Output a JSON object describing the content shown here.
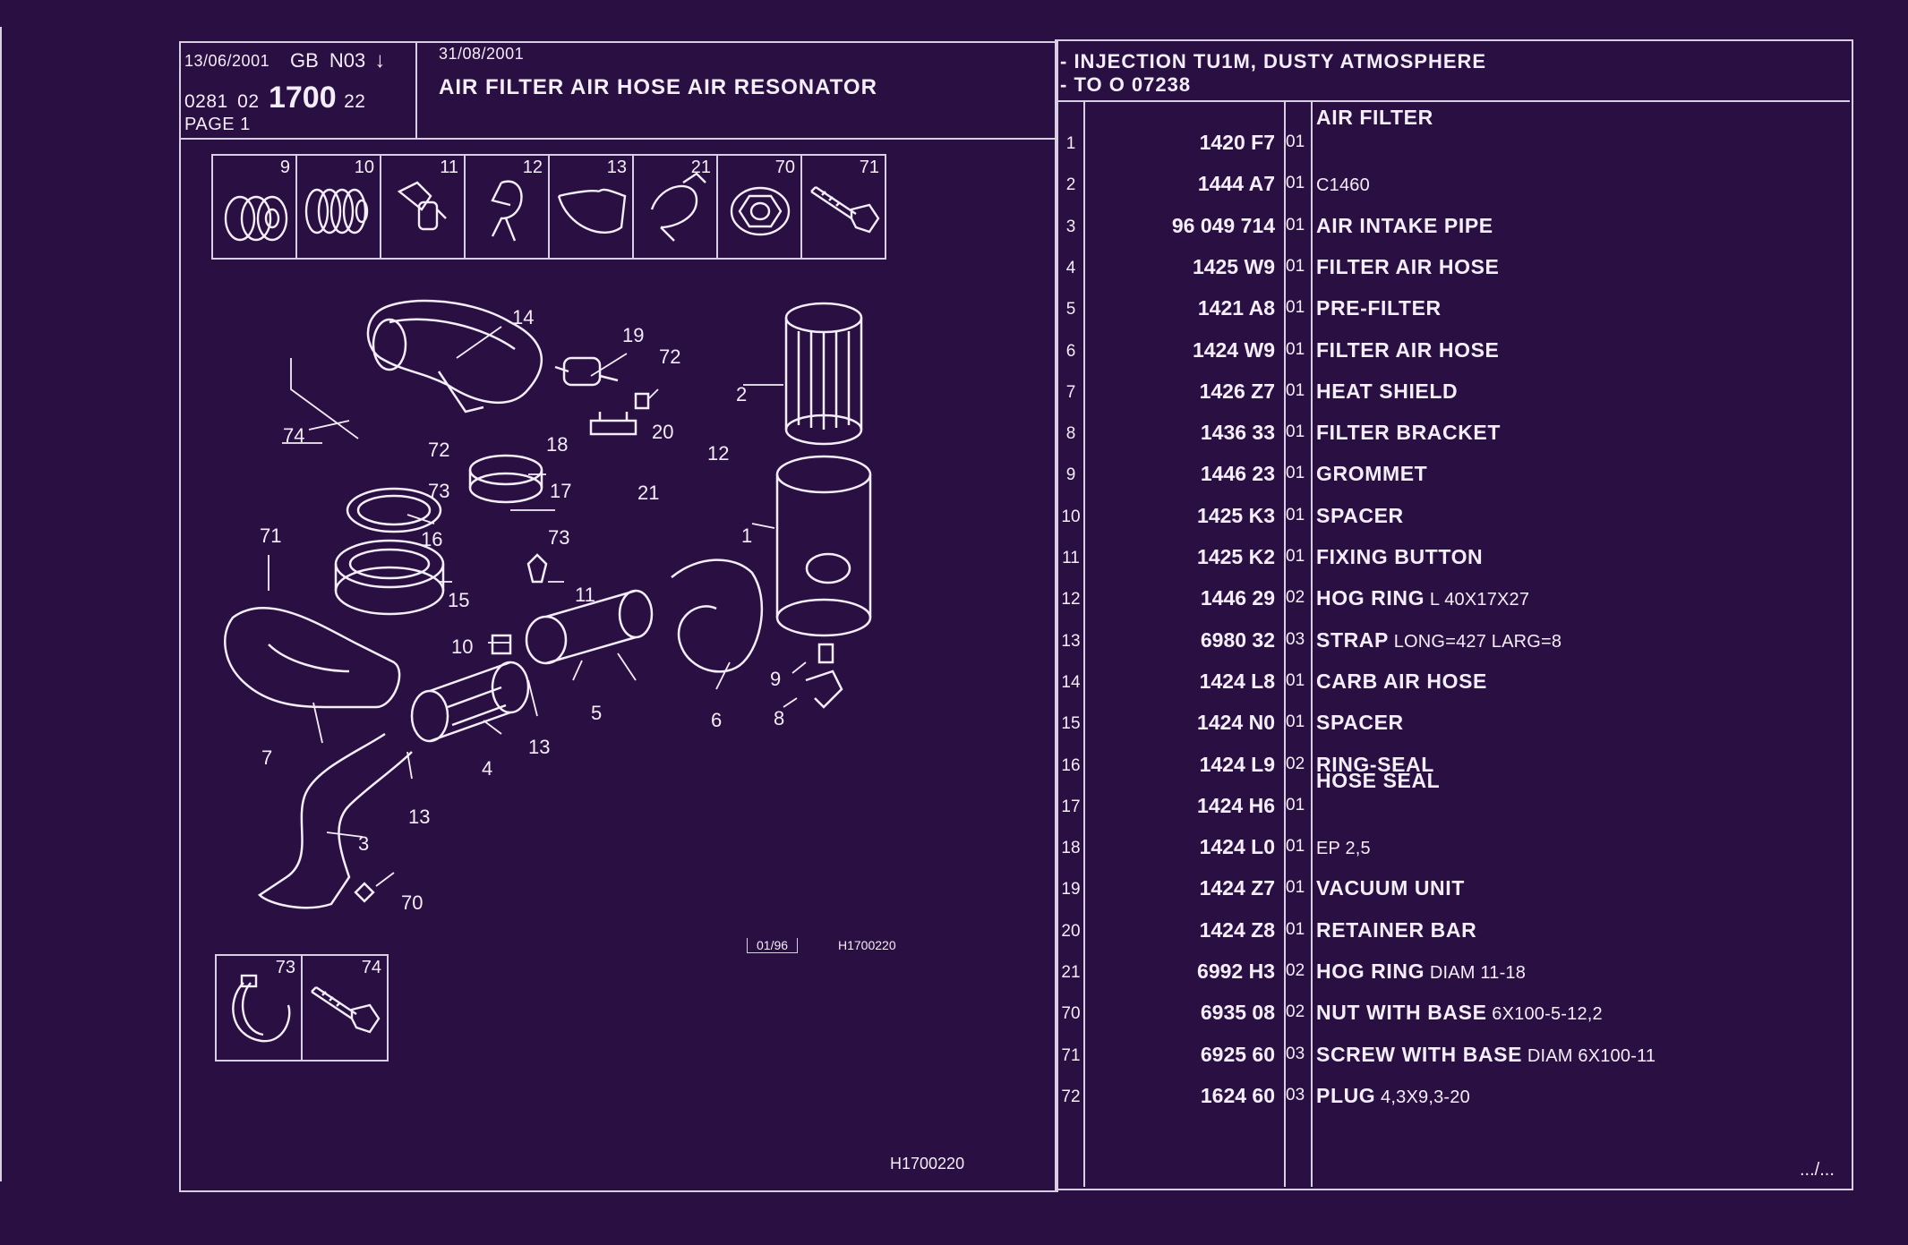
{
  "header": {
    "date1": "13/06/2001",
    "lang": "GB",
    "code": "N03",
    "arrow": "↓",
    "ref_prefix": "0281",
    "ref_mid": "02",
    "ref_main": "1700",
    "ref_suffix": "22",
    "page_label": "PAGE 1",
    "date2": "31/08/2001",
    "title": "AIR FILTER AIR HOSE AIR RESONATOR",
    "scope_line1": "- INJECTION TU1M, DUSTY ATMOSPHERE",
    "scope_line2": "- TO  O  07238"
  },
  "thumbnails": [
    {
      "num": "9",
      "icon": "grommet-icon"
    },
    {
      "num": "10",
      "icon": "spacer-icon"
    },
    {
      "num": "11",
      "icon": "fixing-button-icon"
    },
    {
      "num": "12",
      "icon": "hog-ring-icon"
    },
    {
      "num": "13",
      "icon": "strap-icon"
    },
    {
      "num": "21",
      "icon": "hog-ring-clamp-icon"
    },
    {
      "num": "70",
      "icon": "nut-icon"
    },
    {
      "num": "71",
      "icon": "screw-icon"
    }
  ],
  "thumbnails_bottom": [
    {
      "num": "73",
      "icon": "clamp-icon"
    },
    {
      "num": "74",
      "icon": "screw-icon"
    }
  ],
  "diagram": {
    "callouts": [
      "14",
      "19",
      "72",
      "2",
      "74",
      "73",
      "72",
      "18",
      "20",
      "12",
      "17",
      "73",
      "21",
      "16",
      "1",
      "71",
      "15",
      "11",
      "10",
      "5",
      "9",
      "8",
      "6",
      "7",
      "4",
      "13",
      "13",
      "3",
      "70"
    ],
    "revision": "01/96",
    "figure_code": "H1700220",
    "footer_code": "H1700220"
  },
  "parts": [
    {
      "num": "1",
      "ref": "1420 F7",
      "qty": "01",
      "desc": "",
      "header": "AIR FILTER",
      "extra": ""
    },
    {
      "num": "2",
      "ref": "1444 A7",
      "qty": "01",
      "desc": "",
      "header": "",
      "extra": "C1460"
    },
    {
      "num": "3",
      "ref": "96 049 714",
      "qty": "01",
      "desc": "AIR INTAKE PIPE",
      "header": "",
      "extra": ""
    },
    {
      "num": "4",
      "ref": "1425 W9",
      "qty": "01",
      "desc": "FILTER AIR HOSE",
      "header": "",
      "extra": ""
    },
    {
      "num": "5",
      "ref": "1421 A8",
      "qty": "01",
      "desc": "PRE-FILTER",
      "header": "",
      "extra": ""
    },
    {
      "num": "6",
      "ref": "1424 W9",
      "qty": "01",
      "desc": "FILTER AIR HOSE",
      "header": "",
      "extra": ""
    },
    {
      "num": "7",
      "ref": "1426 Z7",
      "qty": "01",
      "desc": "HEAT SHIELD",
      "header": "",
      "extra": ""
    },
    {
      "num": "8",
      "ref": "1436 33",
      "qty": "01",
      "desc": "FILTER BRACKET",
      "header": "",
      "extra": ""
    },
    {
      "num": "9",
      "ref": "1446 23",
      "qty": "01",
      "desc": "GROMMET",
      "header": "",
      "extra": ""
    },
    {
      "num": "10",
      "ref": "1425 K3",
      "qty": "01",
      "desc": "SPACER",
      "header": "",
      "extra": ""
    },
    {
      "num": "11",
      "ref": "1425 K2",
      "qty": "01",
      "desc": "FIXING BUTTON",
      "header": "",
      "extra": ""
    },
    {
      "num": "12",
      "ref": "1446 29",
      "qty": "02",
      "desc": "HOG RING",
      "header": "",
      "extra": "L 40X17X27"
    },
    {
      "num": "13",
      "ref": "6980 32",
      "qty": "03",
      "desc": "STRAP",
      "header": "",
      "extra": "LONG=427 LARG=8"
    },
    {
      "num": "14",
      "ref": "1424 L8",
      "qty": "01",
      "desc": "CARB AIR HOSE",
      "header": "",
      "extra": ""
    },
    {
      "num": "15",
      "ref": "1424 N0",
      "qty": "01",
      "desc": "SPACER",
      "header": "",
      "extra": ""
    },
    {
      "num": "16",
      "ref": "1424 L9",
      "qty": "02",
      "desc": "RING-SEAL",
      "header": "",
      "extra": ""
    },
    {
      "num": "17",
      "ref": "1424 H6",
      "qty": "01",
      "desc": "",
      "header": "HOSE SEAL",
      "extra": ""
    },
    {
      "num": "18",
      "ref": "1424 L0",
      "qty": "01",
      "desc": "",
      "header": "",
      "extra": "EP 2,5"
    },
    {
      "num": "19",
      "ref": "1424 Z7",
      "qty": "01",
      "desc": "VACUUM UNIT",
      "header": "",
      "extra": ""
    },
    {
      "num": "20",
      "ref": "1424 Z8",
      "qty": "01",
      "desc": "RETAINER BAR",
      "header": "",
      "extra": ""
    },
    {
      "num": "21",
      "ref": "6992 H3",
      "qty": "02",
      "desc": "HOG RING",
      "header": "",
      "extra": "DIAM 11-18"
    },
    {
      "num": "70",
      "ref": "6935 08",
      "qty": "02",
      "desc": "NUT WITH BASE",
      "header": "",
      "extra": "6X100-5-12,2"
    },
    {
      "num": "71",
      "ref": "6925 60",
      "qty": "03",
      "desc": "SCREW WITH BASE",
      "header": "",
      "extra": "DIAM 6X100-11"
    },
    {
      "num": "72",
      "ref": "1624 60",
      "qty": "03",
      "desc": "PLUG",
      "header": "",
      "extra": "4,3X9,3-20"
    }
  ],
  "continuation": ".../..."
}
